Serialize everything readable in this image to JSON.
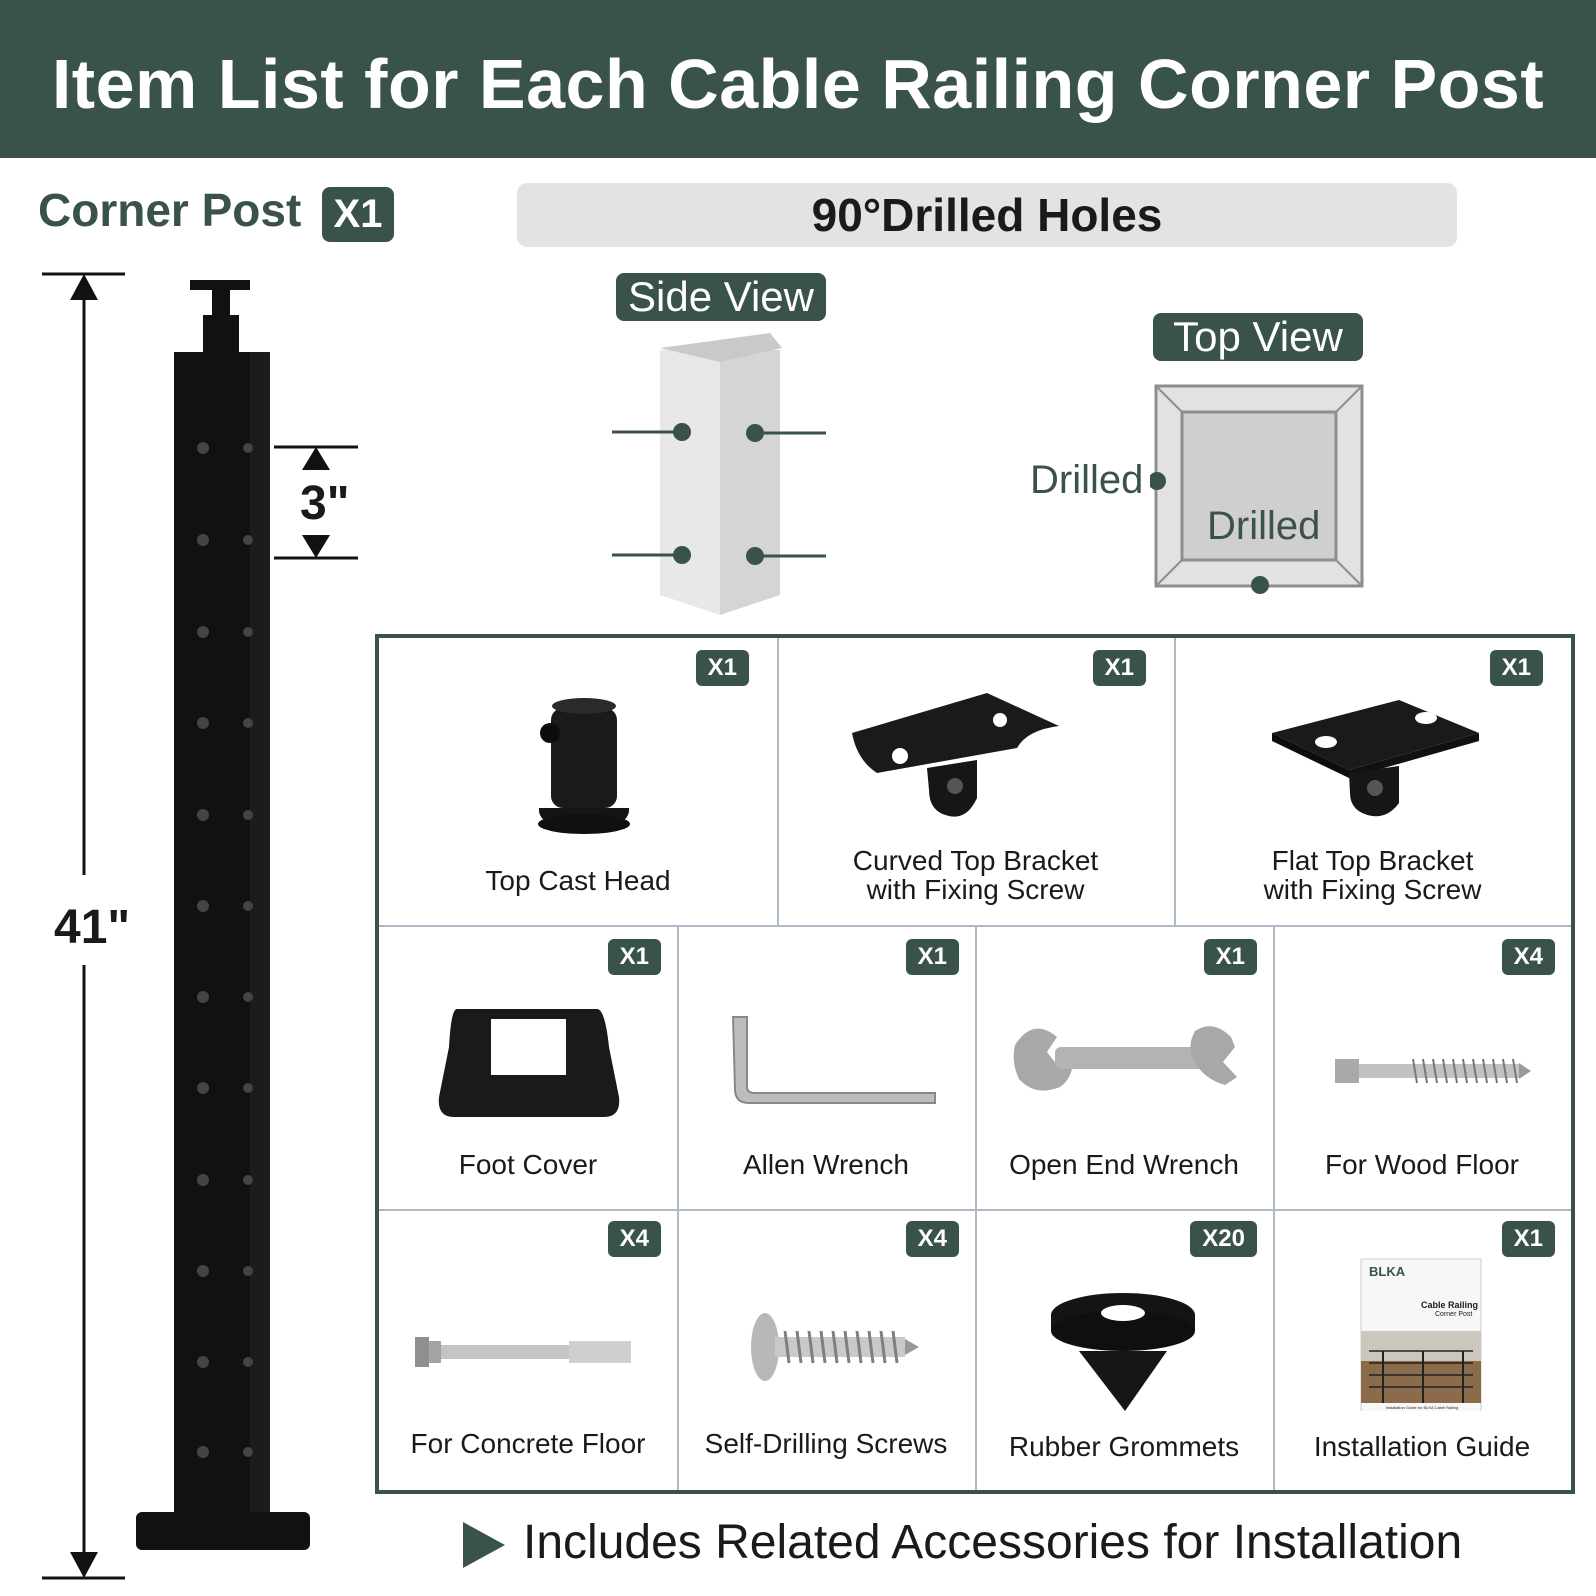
{
  "banner": {
    "title": "Item List for Each Cable Railing Corner Post"
  },
  "corner_post": {
    "label": "Corner Post",
    "qty": "X1",
    "height": "41\"",
    "spacing": "3\""
  },
  "drilled": {
    "title": "90°Drilled Holes",
    "side_view": "Side View",
    "top_view": "Top View",
    "label_left": "Drilled",
    "label_inner": "Drilled"
  },
  "items": [
    {
      "name": "Top Cast Head",
      "qty": "X1"
    },
    {
      "name": "Curved Top Bracket",
      "name2": "with Fixing Screw",
      "qty": "X1"
    },
    {
      "name": "Flat Top Bracket",
      "name2": "with Fixing Screw",
      "qty": "X1"
    },
    {
      "name": "Foot Cover",
      "qty": "X1"
    },
    {
      "name": "Allen Wrench",
      "qty": "X1"
    },
    {
      "name": "Open End Wrench",
      "qty": "X1"
    },
    {
      "name": "For Wood Floor",
      "qty": "X4"
    },
    {
      "name": "For Concrete Floor",
      "qty": "X4"
    },
    {
      "name": "Self-Drilling Screws",
      "qty": "X4"
    },
    {
      "name": "Rubber Grommets",
      "qty": "X20"
    },
    {
      "name": "Installation Guide",
      "qty": "X1"
    }
  ],
  "guide_cover": {
    "brand": "BLKA",
    "title": "Cable Railing",
    "subtitle": "Corner Post",
    "footer": "Installation Guide for BLKA Cable Railing"
  },
  "footer": {
    "text": "Includes Related Accessories for Installation"
  },
  "colors": {
    "brand": "#3a5348",
    "grid_lines": "#aeb8c6",
    "bar_bg": "#e3e3e3",
    "post": "#111111"
  }
}
